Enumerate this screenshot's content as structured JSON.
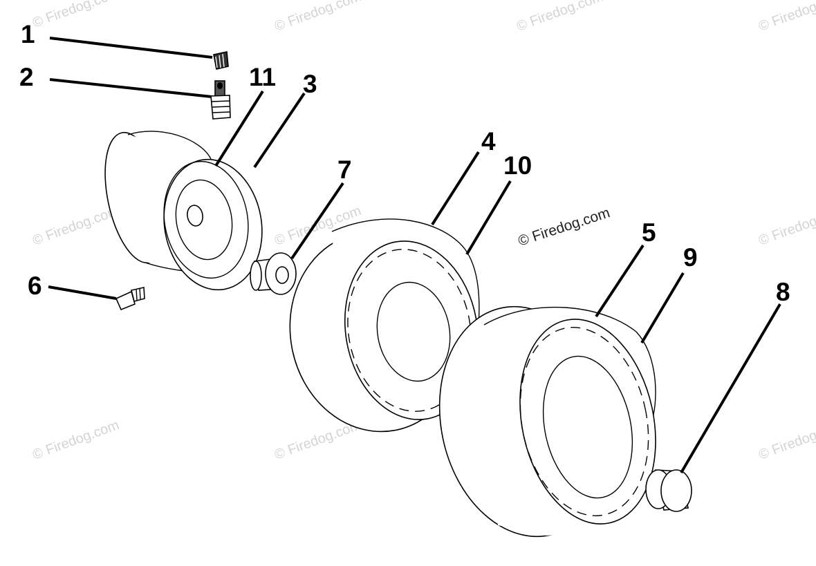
{
  "watermark": {
    "text": "© Firedog.com"
  },
  "callouts": {
    "c1": "1",
    "c2": "2",
    "c3": "3",
    "c4": "4",
    "c5": "5",
    "c6": "6",
    "c7": "7",
    "c8": "8",
    "c9": "9",
    "c10": "10",
    "c11": "11"
  }
}
